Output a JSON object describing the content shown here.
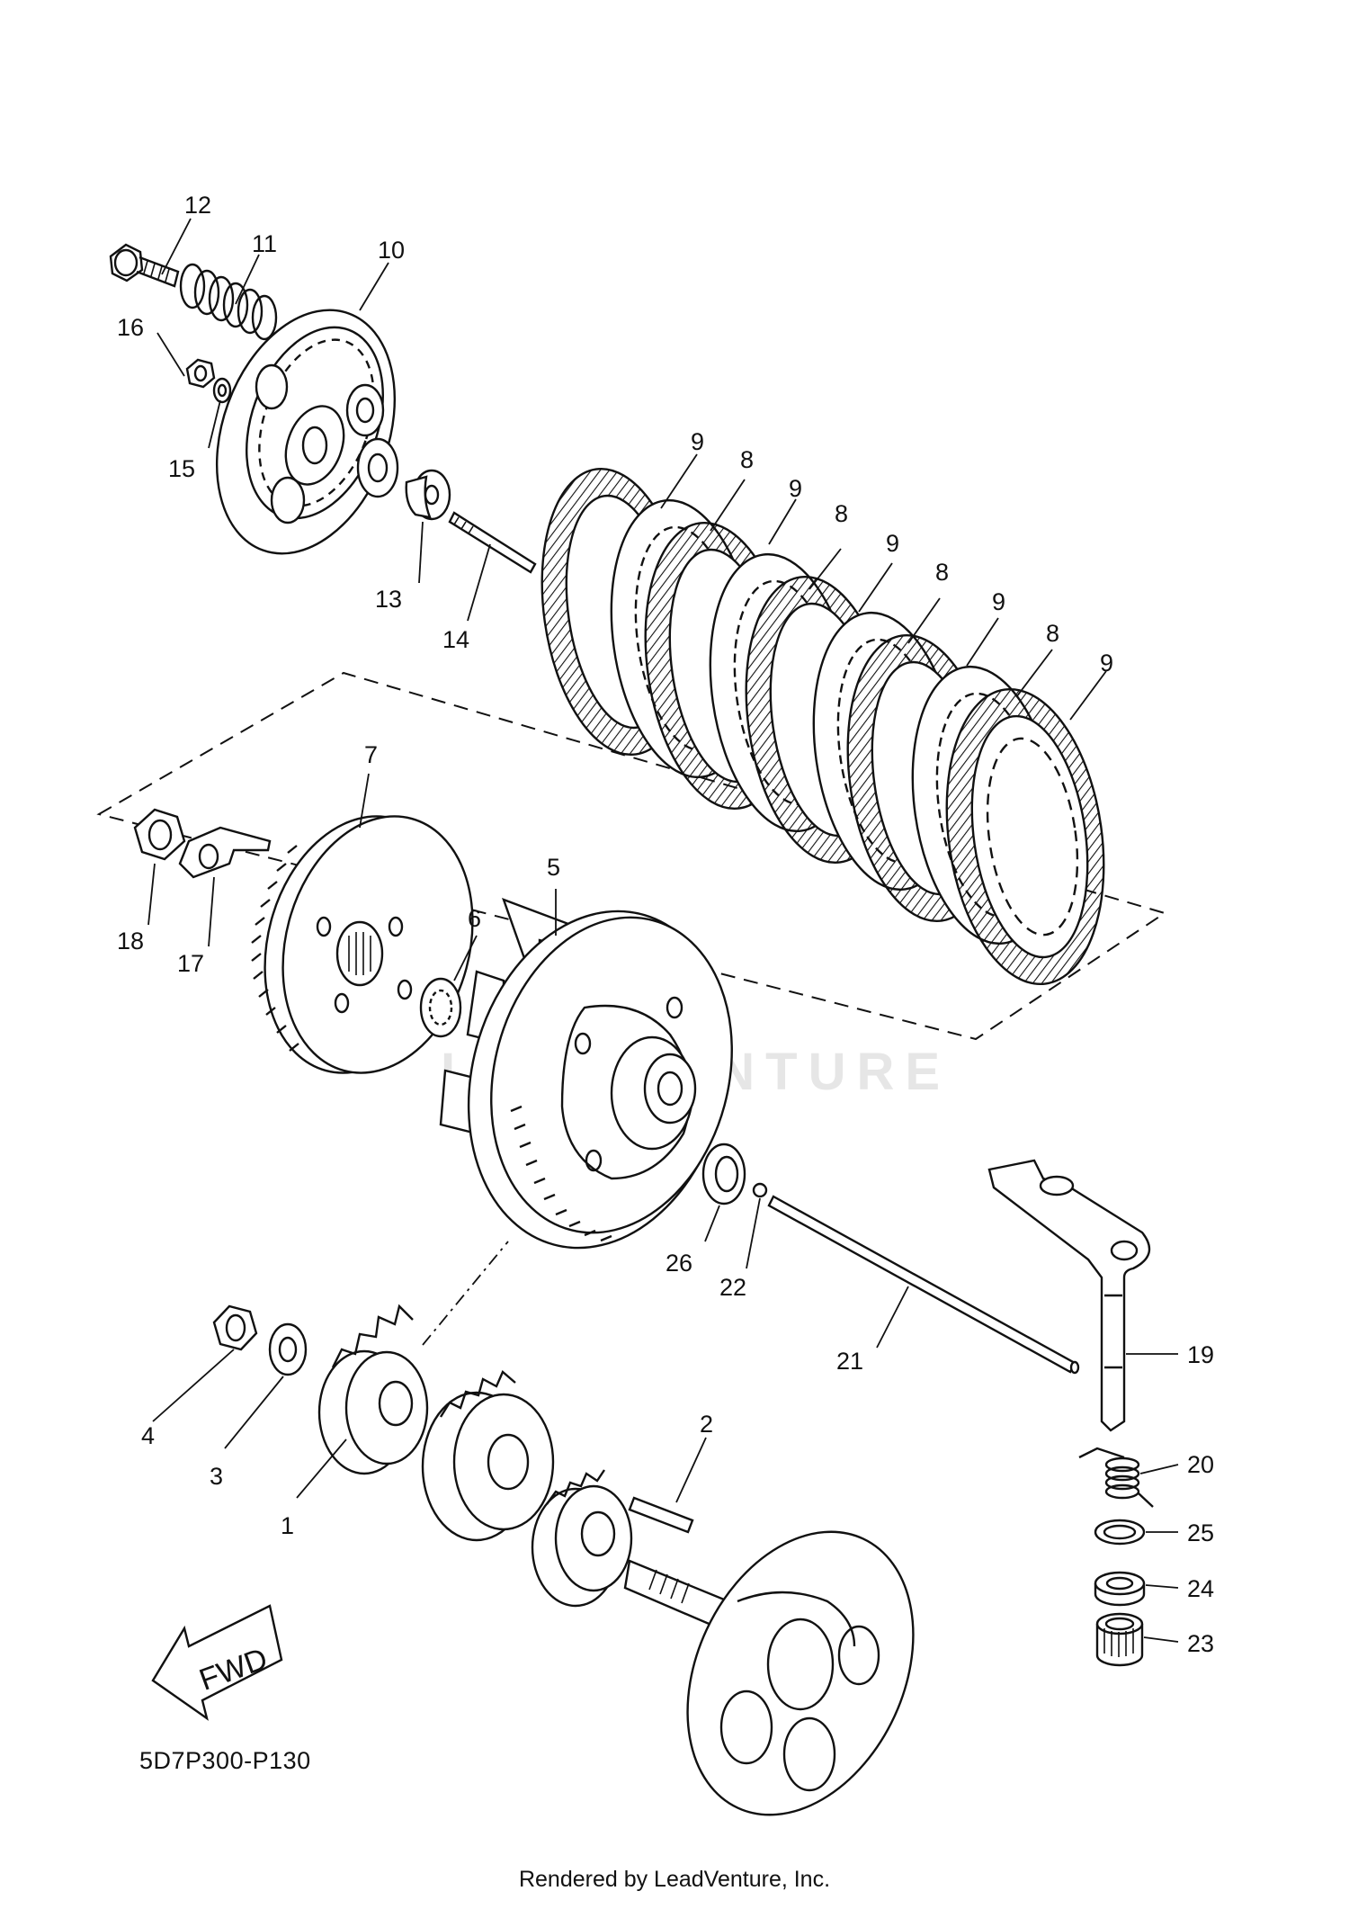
{
  "diagram": {
    "drawing_code": "5D7P300-P130",
    "render_credit": "Rendered by LeadVenture, Inc.",
    "watermark_text": "LEADVENTURE",
    "fwd_label": "FWD",
    "callouts": {
      "c1": "1",
      "c2": "2",
      "c3": "3",
      "c4": "4",
      "c5": "5",
      "c6": "6",
      "c7": "7",
      "c8a": "8",
      "c8b": "8",
      "c8c": "8",
      "c8d": "8",
      "c9a": "9",
      "c9b": "9",
      "c9c": "9",
      "c9d": "9",
      "c9e": "9",
      "c10": "10",
      "c11": "11",
      "c12": "12",
      "c13": "13",
      "c14": "14",
      "c15": "15",
      "c16": "16",
      "c17": "17",
      "c18": "18",
      "c19": "19",
      "c20": "20",
      "c21": "21",
      "c22": "22",
      "c23": "23",
      "c24": "24",
      "c25": "25",
      "c26": "26"
    }
  }
}
